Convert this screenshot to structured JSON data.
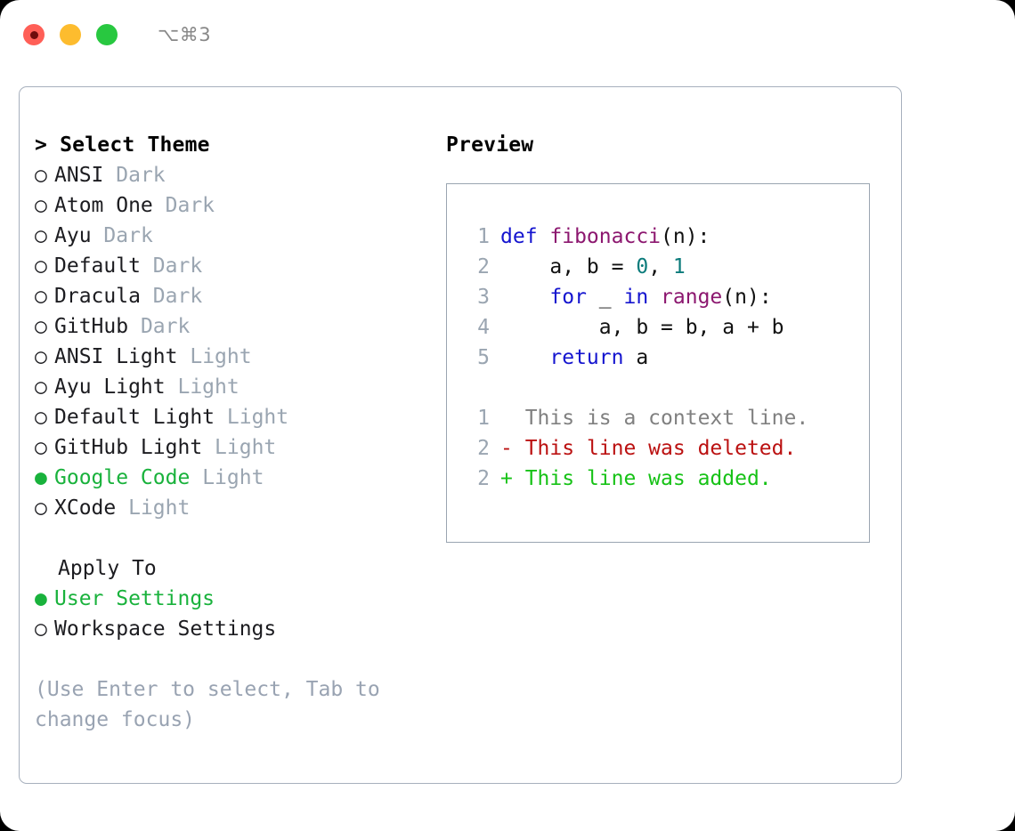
{
  "window": {
    "shortcut": "⌥⌘3",
    "traffic_lights": [
      {
        "name": "close",
        "color": "#ff5f57"
      },
      {
        "name": "minimize",
        "color": "#fdbc2e"
      },
      {
        "name": "zoom",
        "color": "#28c840"
      }
    ]
  },
  "theme_picker": {
    "caret": ">",
    "title": "Select Theme",
    "bullet_unselected": "○",
    "bullet_selected": "●",
    "items": [
      {
        "bullet": "○",
        "name": "ANSI",
        "variant": "Dark",
        "selected": false
      },
      {
        "bullet": "○",
        "name": "Atom One",
        "variant": "Dark",
        "selected": false
      },
      {
        "bullet": "○",
        "name": "Ayu",
        "variant": "Dark",
        "selected": false
      },
      {
        "bullet": "○",
        "name": "Default",
        "variant": "Dark",
        "selected": false
      },
      {
        "bullet": "○",
        "name": "Dracula",
        "variant": "Dark",
        "selected": false
      },
      {
        "bullet": "○",
        "name": "GitHub",
        "variant": "Dark",
        "selected": false
      },
      {
        "bullet": "○",
        "name": "ANSI Light",
        "variant": "Light",
        "selected": false
      },
      {
        "bullet": "○",
        "name": "Ayu Light",
        "variant": "Light",
        "selected": false
      },
      {
        "bullet": "○",
        "name": "Default Light",
        "variant": "Light",
        "selected": false
      },
      {
        "bullet": "○",
        "name": "GitHub Light",
        "variant": "Light",
        "selected": false
      },
      {
        "bullet": "●",
        "name": "Google Code",
        "variant": "Light",
        "selected": true
      },
      {
        "bullet": "○",
        "name": "XCode",
        "variant": "Light",
        "selected": false
      }
    ]
  },
  "apply_to": {
    "title": "Apply To",
    "items": [
      {
        "bullet": "●",
        "name": "User Settings",
        "selected": true
      },
      {
        "bullet": "○",
        "name": "Workspace Settings",
        "selected": false
      }
    ]
  },
  "hint": "(Use Enter to select, Tab to change focus)",
  "preview": {
    "title": "Preview",
    "code_lines": [
      {
        "num": "1",
        "tokens": [
          {
            "t": "def ",
            "c": "kw"
          },
          {
            "t": "fibonacci",
            "c": "fn"
          },
          {
            "t": "(n):",
            "c": "pl"
          }
        ]
      },
      {
        "num": "2",
        "tokens": [
          {
            "t": "    a, b = ",
            "c": "pl"
          },
          {
            "t": "0",
            "c": "num"
          },
          {
            "t": ", ",
            "c": "pl"
          },
          {
            "t": "1",
            "c": "num"
          }
        ]
      },
      {
        "num": "3",
        "tokens": [
          {
            "t": "    for ",
            "c": "kw"
          },
          {
            "t": "_ ",
            "c": "pl"
          },
          {
            "t": "in ",
            "c": "kw"
          },
          {
            "t": "range",
            "c": "fn"
          },
          {
            "t": "(n):",
            "c": "pl"
          }
        ]
      },
      {
        "num": "4",
        "tokens": [
          {
            "t": "        a, b = b, a + b",
            "c": "pl"
          }
        ]
      },
      {
        "num": "5",
        "tokens": [
          {
            "t": "    return",
            "c": "kw"
          },
          {
            "t": " a",
            "c": "pl"
          }
        ]
      }
    ],
    "diff_lines": [
      {
        "num": "1",
        "marker": " ",
        "text": " This is a context line.",
        "kind": "ctx"
      },
      {
        "num": "2",
        "marker": "-",
        "text": " This line was deleted.",
        "kind": "del"
      },
      {
        "num": "2",
        "marker": "+",
        "text": " This line was added.",
        "kind": "add"
      }
    ]
  },
  "colors": {
    "accent_green": "#19b23c",
    "muted_gray": "#9aa5b1",
    "keyword_blue": "#1414cf",
    "function_purple": "#8c176f",
    "number_teal": "#0b7b7b",
    "diff_delete_red": "#bb1111",
    "diff_add_green": "#16c216",
    "border": "#a7b0bd"
  }
}
